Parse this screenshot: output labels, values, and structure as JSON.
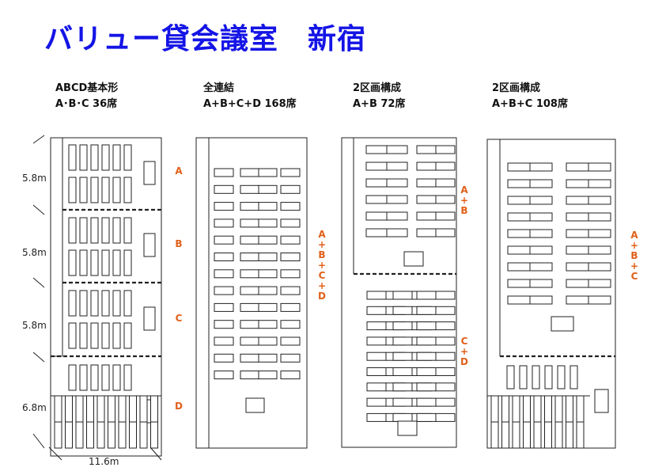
{
  "title": "バリュー貸会議室　新宿",
  "layouts": [
    {
      "name": "ABCD基本形",
      "seats": "A･B･C 36席"
    },
    {
      "name": "全連結",
      "seats": "A+B+C+D 168席"
    },
    {
      "name": "2区画構成",
      "seats": "A+B 72席"
    },
    {
      "name": "2区画構成",
      "seats": "A+B+C 108席"
    }
  ],
  "dimensions": {
    "room_depths": [
      "5.8m",
      "5.8m",
      "5.8m",
      "6.8m"
    ],
    "width": "11.6m"
  },
  "zone_labels": {
    "basic": [
      "A",
      "B",
      "C",
      "D"
    ],
    "all_connected": "A\n+\nB\n+\nC\n+\nD",
    "two_section_top": "A\n+\nB",
    "two_section_bottom": "C\n+\nD",
    "two_section_abc": "A\n+\nB\n+\nC"
  },
  "colors": {
    "title": "#1414e6",
    "zone_label": "#e0601a",
    "line": "#222222"
  }
}
